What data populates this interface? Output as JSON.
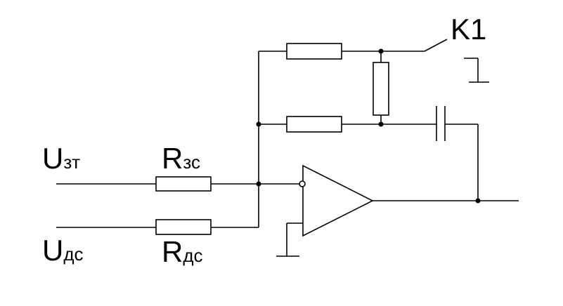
{
  "labels": {
    "input1": {
      "main": "U",
      "sub": "зт"
    },
    "input2": {
      "main": "U",
      "sub": "дс"
    },
    "resistor1": {
      "main": "R",
      "sub": "зс"
    },
    "resistor2": {
      "main": "R",
      "sub": "дс"
    },
    "switch": "K1"
  }
}
